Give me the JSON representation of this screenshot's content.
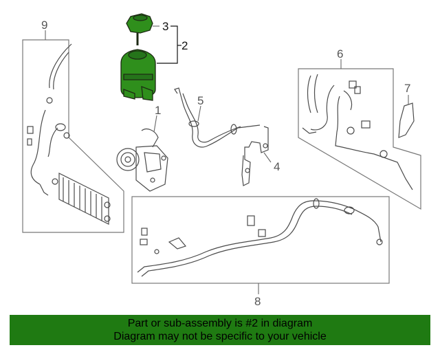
{
  "callouts": {
    "c1": "1",
    "c2": "2",
    "c3": "3",
    "c4": "4",
    "c5": "5",
    "c6": "6",
    "c7": "7",
    "c8": "8",
    "c9": "9"
  },
  "banner": {
    "line1": "Part or sub-assembly is #2 in diagram",
    "line2": "Diagram may not be specific to your vehicle"
  },
  "colors": {
    "highlight": "#2f8f1c",
    "banner_bg": "#1f7a12"
  }
}
